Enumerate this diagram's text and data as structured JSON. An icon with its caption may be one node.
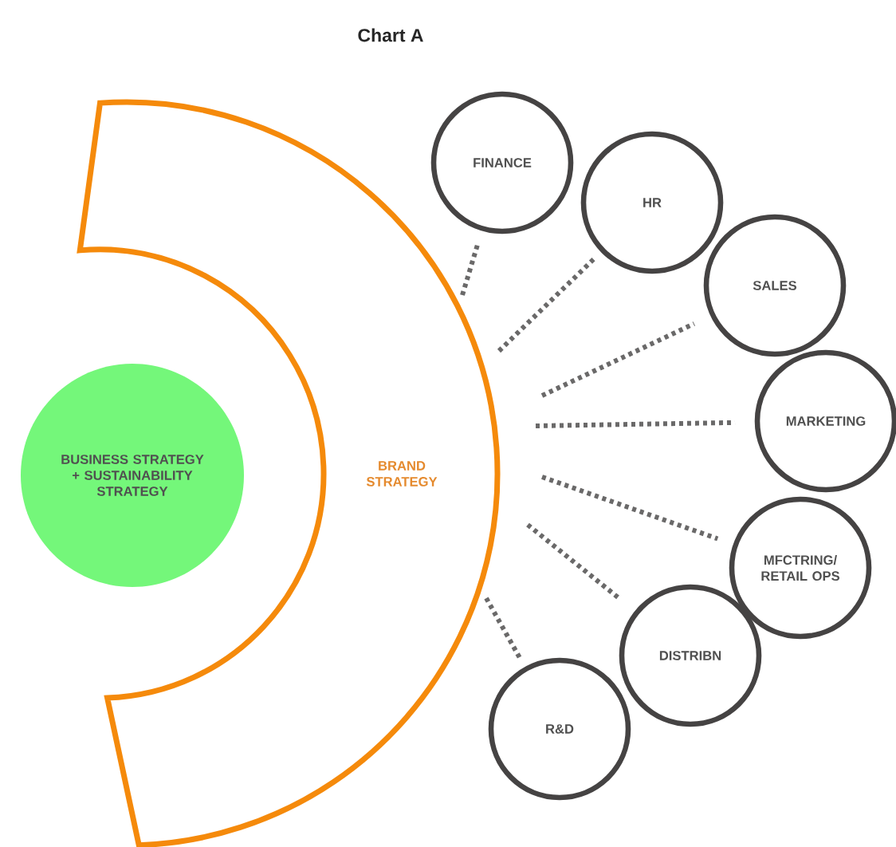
{
  "diagram": {
    "title": "Chart A",
    "nodes": [
      {
        "text": [
          "BUSINESS STRATEGY + SUSTAINABILITY STRATEGY"
        ]
      },
      {
        "text": [
          "BRAND STRATEGY"
        ]
      },
      {
        "text": [
          "FINANCE"
        ]
      },
      {
        "text": [
          "HR"
        ]
      },
      {
        "text": [
          "SALES"
        ]
      },
      {
        "text": [
          "MARKETING"
        ]
      },
      {
        "text": [
          "MFCTRING/ RETAIL OPS"
        ]
      },
      {
        "text": [
          "DISTRIBN"
        ]
      },
      {
        "text": [
          "R&D"
        ]
      }
    ],
    "edges": [
      {
        "from": 1,
        "to": 2,
        "arrow": "none"
      },
      {
        "from": 1,
        "to": 3,
        "arrow": "none"
      },
      {
        "from": 1,
        "to": 4,
        "arrow": "none"
      },
      {
        "from": 1,
        "to": 5,
        "arrow": "none"
      },
      {
        "from": 1,
        "to": 6,
        "arrow": "none"
      },
      {
        "from": 1,
        "to": 7,
        "arrow": "none"
      },
      {
        "from": 1,
        "to": 8,
        "arrow": "none"
      }
    ]
  }
}
